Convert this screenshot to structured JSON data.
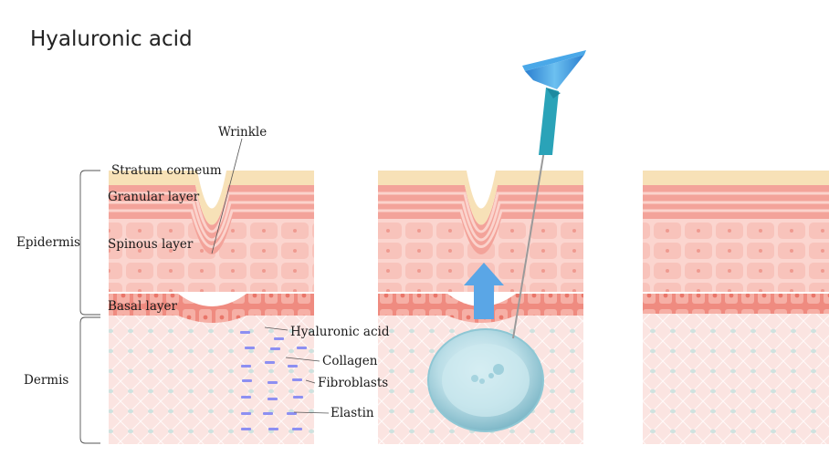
{
  "title": "Hyaluronic acid",
  "labels": {
    "wrinkle": "Wrinkle",
    "stratum_corneum": "Stratum corneum",
    "granular_layer": "Granular layer",
    "spinous_layer": "Spinous layer",
    "basal_layer": "Basal layer",
    "epidermis": "Epidermis",
    "dermis": "Dermis",
    "hyaluronic_acid": "Hyaluronic acid",
    "collagen": "Collagen",
    "fibroblasts": "Fibroblasts",
    "elastin": "Elastin"
  },
  "colors": {
    "stratum_corneum": "#f7e1b7",
    "granular": "#ee8f84",
    "spinous": "#f7c9c2",
    "basal": "#f0988c",
    "dermis": "#fbe6e3",
    "hyaluronic_dash": "#8f8ff0",
    "injection_arrow": "#5aa6e6",
    "needle_hub": "#2aa3b8",
    "needle_cap": "#3a8fd8"
  }
}
